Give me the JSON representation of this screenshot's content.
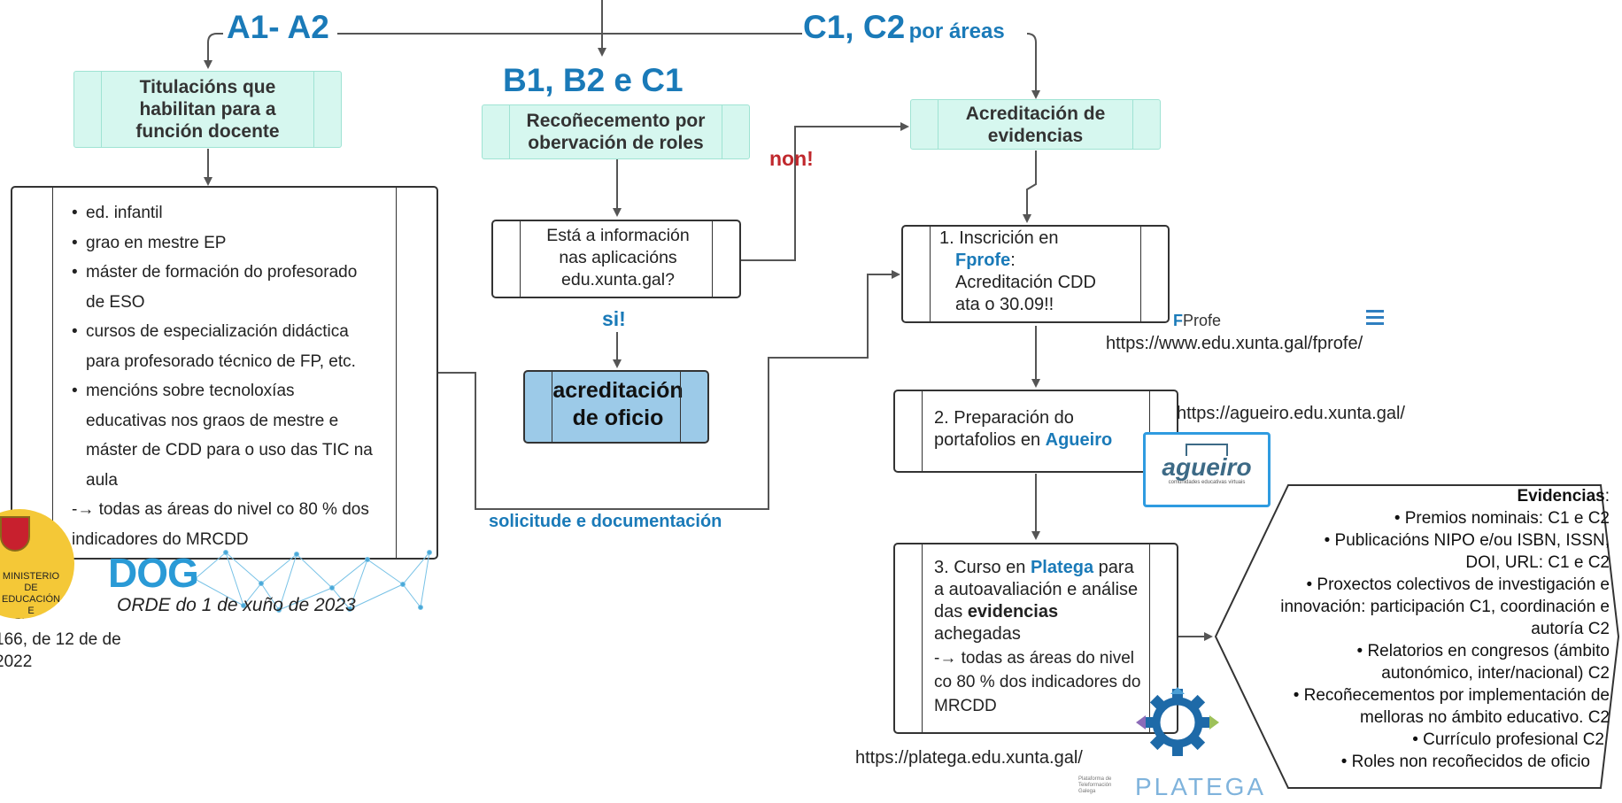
{
  "levels": {
    "a": "A1- A2",
    "b": "B1, B2 e C1",
    "c_main": "C1, C2",
    "c_sub": "por áreas"
  },
  "boxes": {
    "titulacions": "Titulacións que habilitan para a función docente",
    "recoñecemento": "Recoñecemento por obervación de roles",
    "acreditacion_evid": "Acreditación de evidencias",
    "question": "Está a información nas aplicacións edu.xunta.gal?",
    "oficio": "acreditación de oficio"
  },
  "answers": {
    "non": "non!",
    "si": "si!",
    "solicitude": "solicitude e documentación"
  },
  "titulacions_list": [
    "ed. infantil",
    "grao en mestre EP",
    "máster de formación do profesorado de ESO",
    "cursos de especialización didáctica para profesorado técnico de FP, etc.",
    "mencións sobre tecnoloxías educativas nos graos de mestre e máster de CDD para o uso das TIC na aula"
  ],
  "titulacions_note": "-→ todas as áreas do nivel co 80 % dos indicadores do MRCDD",
  "steps": {
    "s1_prefix": "1. Inscrición en",
    "s1_brand": "Fprofe",
    "s1_suffix": ":",
    "s1_rest": "Acreditación CDD ata o 30.09!!",
    "s2_prefix": "2. Preparación do portafolios en",
    "s2_brand": "Agueiro",
    "s3_prefix": "3. Curso en",
    "s3_brand": "Platega",
    "s3_mid": "para a autoavaliación e análise das",
    "s3_bold": "evidencias",
    "s3_after": "achegadas",
    "s3_note": "-→ todas as áreas do nivel co 80 % dos indicadores do MRCDD"
  },
  "urls": {
    "fprofe": "https://www.edu.xunta.gal/fprofe/",
    "agueiro": "https://agueiro.edu.xunta.gal/",
    "platega": "https://platega.edu.xunta.gal/"
  },
  "logos": {
    "fprofe_f": "F",
    "fprofe_rest": "Profe",
    "agueiro": "agueiro",
    "agueiro_tagline": "comunidades educativas virtuais",
    "platega": "PLATEGA",
    "platega_small": "Plataforma de Teleformación Galega",
    "dog": "DOG",
    "ministerio": "MINISTERIO DE EDUCACIÓN E FORMACIÓN PROFESIONAL"
  },
  "orde": "ORDE do 1 de xuño de 2023",
  "boe": "166, de 12 de de 2022",
  "evidencias": {
    "title": "Evidencias",
    "items": [
      "• Premios nominais: C1 e C2",
      "• Publicacións NIPO e/ou ISBN, ISSN, DOI, URL: C1 e C2",
      "• Proxectos colectivos de investigación e innovación: participación C1, coordinación e autoría C2",
      "• Relatorios en congresos (ámbito autonómico, inter/nacional) C2",
      "• Recoñecementos por implementación de melloras no ámbito educativo. C2",
      "• Currículo profesional C2",
      "• Roles non recoñecidos de oficio"
    ]
  },
  "colors": {
    "accent_blue": "#1a7ab8",
    "mint": "#d6f7ef",
    "oficio_fill": "#9ccae8",
    "non_red": "#c0282d"
  }
}
